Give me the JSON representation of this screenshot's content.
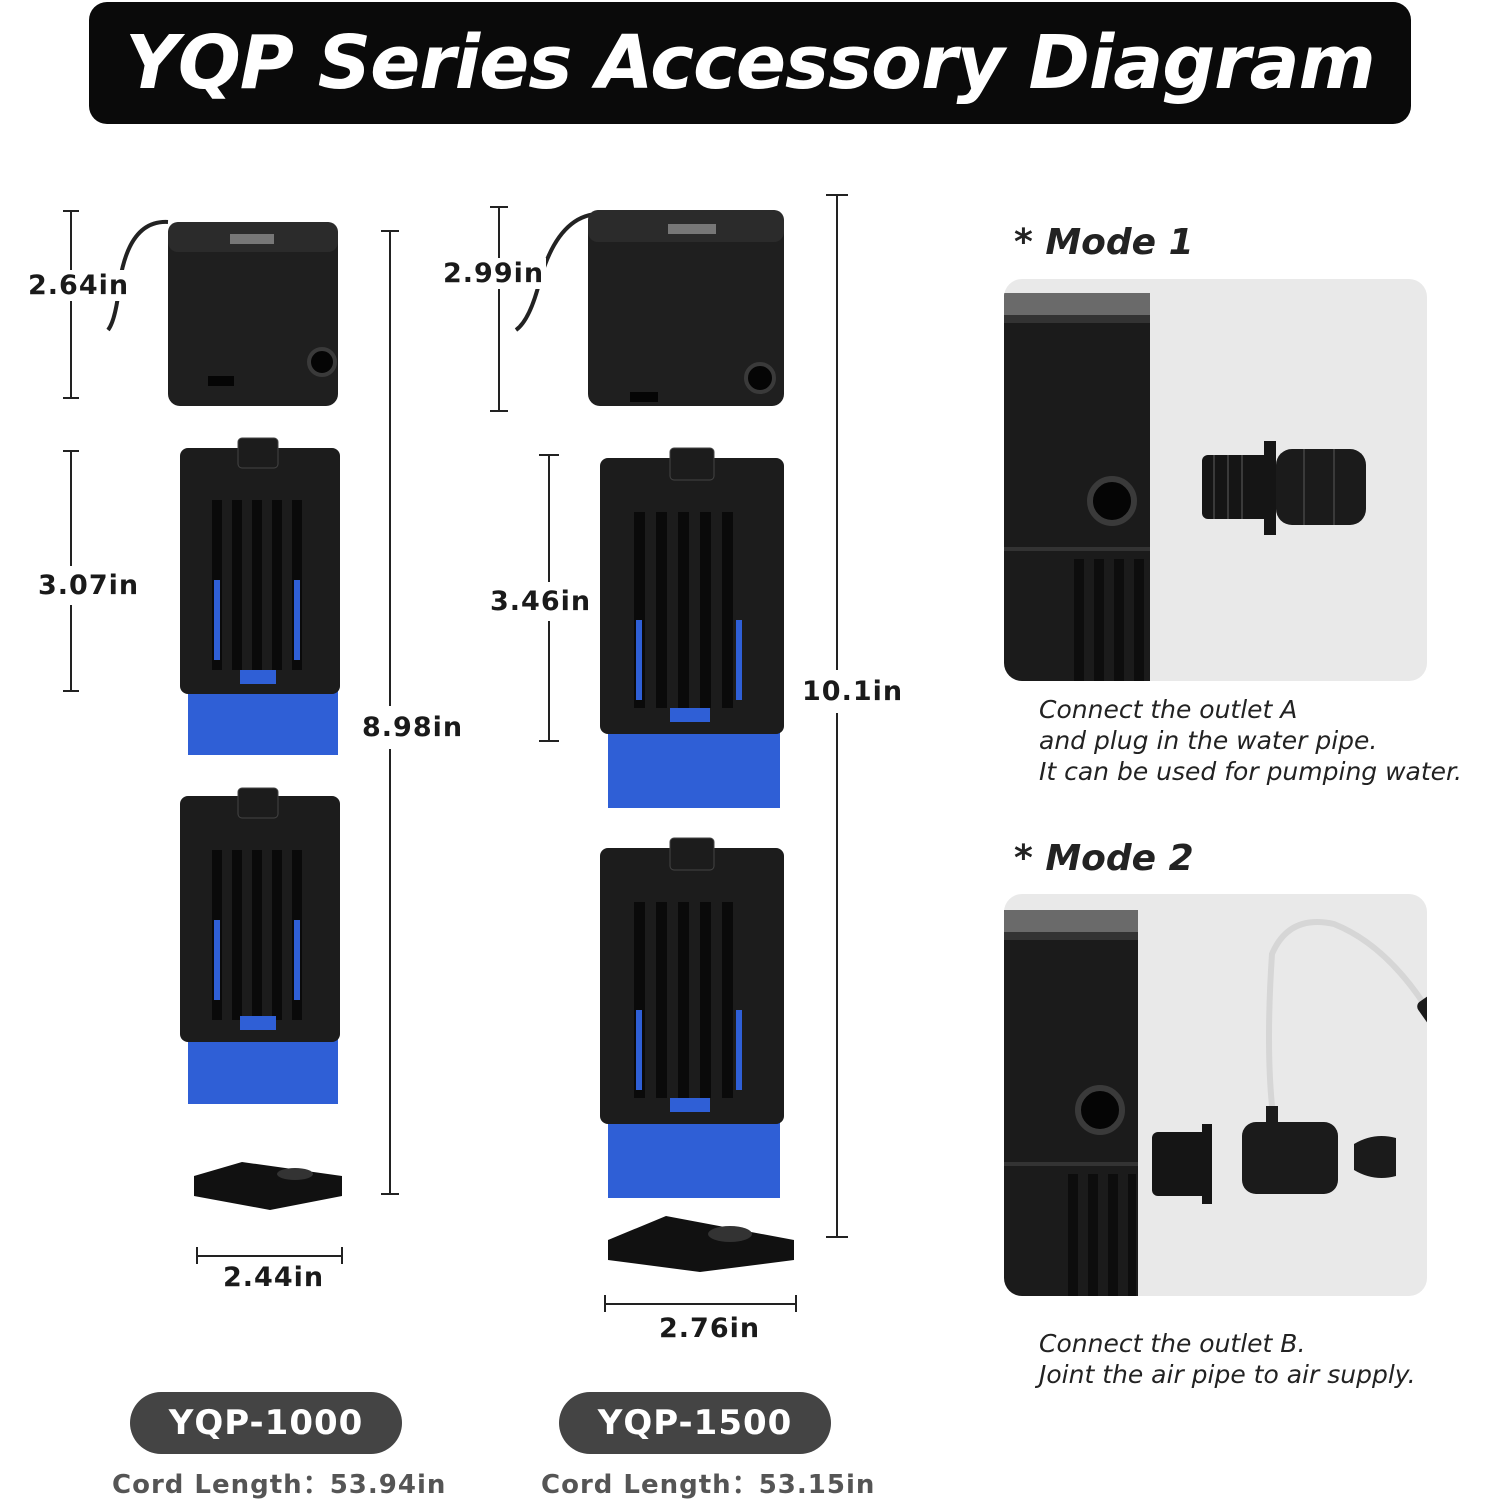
{
  "title": "YQP Series Accessory Diagram",
  "left_model": {
    "name": "YQP-1000",
    "cord_label": "Cord Length：",
    "cord_value": "53.94in",
    "dims": {
      "motor_height": "2.64in",
      "filter_height": "3.07in",
      "total_height": "8.98in",
      "base_width": "2.44in"
    }
  },
  "right_model": {
    "name": "YQP-1500",
    "cord_label": "Cord Length：",
    "cord_value": "53.15in",
    "dims": {
      "motor_height": "2.99in",
      "filter_height": "3.46in",
      "total_height": "10.1in",
      "base_width": "2.76in"
    }
  },
  "mode1": {
    "title": "* Mode 1",
    "lines": [
      "Connect the outlet A",
      "and plug in the water pipe.",
      "It can be used for pumping water."
    ]
  },
  "mode2": {
    "title": "* Mode 2",
    "lines": [
      "Connect the outlet B.",
      "Joint the air pipe to air supply."
    ]
  },
  "colors": {
    "title_bg": "#0a0a0a",
    "sponge": "#2f5fd6",
    "housing": "#1b1b1b",
    "pill": "#444444"
  }
}
